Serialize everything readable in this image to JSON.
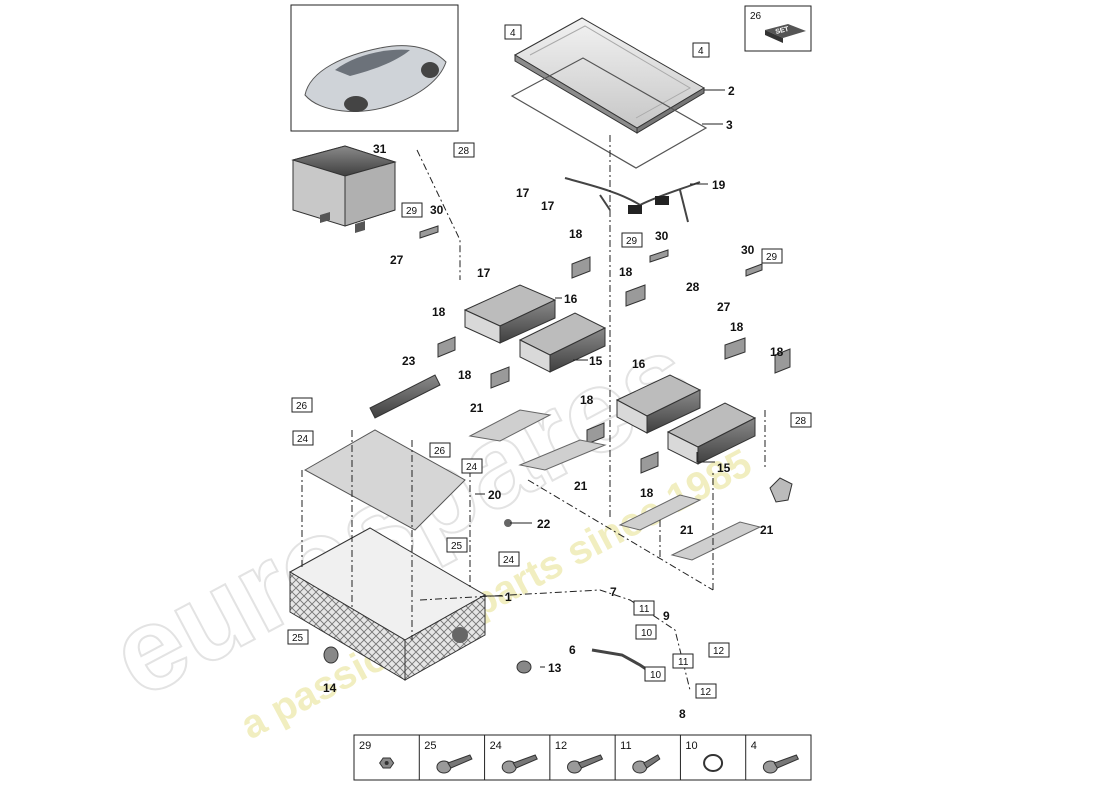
{
  "watermark": {
    "brand": "eurospares",
    "tagline": "a passion for parts since 1985"
  },
  "inset_set": {
    "number": "26",
    "label": "SET"
  },
  "callouts": {
    "n1": "1",
    "n2": "2",
    "n3": "3",
    "n6": "6",
    "n7": "7",
    "n8": "8",
    "n9": "9",
    "n13": "13",
    "n14": "14",
    "n15a": "15",
    "n15b": "15",
    "n16a": "16",
    "n16b": "16",
    "n17a": "17",
    "n17b": "17",
    "n17c": "17",
    "n18a": "18",
    "n18b": "18",
    "n18c": "18",
    "n18d": "18",
    "n18e": "18",
    "n18f": "18",
    "n18g": "18",
    "n18h": "18",
    "n19": "19",
    "n20": "20",
    "n21a": "21",
    "n21b": "21",
    "n21c": "21",
    "n21d": "21",
    "n22": "22",
    "n23": "23",
    "n27a": "27",
    "n27b": "27",
    "n28": "28",
    "n30a": "30",
    "n30b": "30",
    "n30c": "30",
    "n31": "31"
  },
  "boxed_refs": {
    "b4a": "4",
    "b4b": "4",
    "b28a": "28",
    "b28b": "28",
    "b29a": "29",
    "b29b": "29",
    "b29c": "29",
    "b26a": "26",
    "b26b": "26",
    "b24a": "24",
    "b24b": "24",
    "b24c": "24",
    "b25a": "25",
    "b25b": "25",
    "b11a": "11",
    "b11b": "11",
    "b10a": "10",
    "b10b": "10",
    "b12a": "12",
    "b12b": "12"
  },
  "legend": [
    {
      "number": "29",
      "icon": "nut-icon"
    },
    {
      "number": "25",
      "icon": "bolt-long-icon"
    },
    {
      "number": "24",
      "icon": "bolt-long-icon"
    },
    {
      "number": "12",
      "icon": "bolt-long-icon"
    },
    {
      "number": "11",
      "icon": "bolt-short-icon"
    },
    {
      "number": "10",
      "icon": "seal-ring-icon"
    },
    {
      "number": "4",
      "icon": "bolt-long-icon"
    }
  ],
  "colors": {
    "line": "#222222",
    "part_fill": "#d9d9d9",
    "part_dark": "#4a4a4a",
    "watermark": "#ececec",
    "watermark_yellow": "#f3f0c0"
  }
}
